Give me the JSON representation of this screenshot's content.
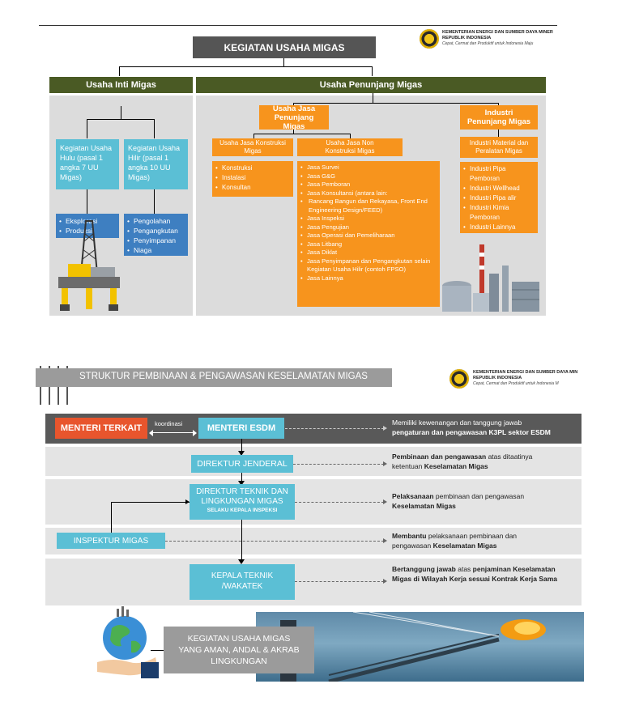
{
  "top": {
    "title": "KEGIATAN USAHA MIGAS",
    "ministry": {
      "name_line1": "KEMENTERIAN ENERGI DAN SUMBER DAYA MINER",
      "name_line2": "REPUBLIK INDONESIA",
      "tagline": "Cepat, Cermat dan Produktif untuk Indonesia Maju"
    },
    "inti": {
      "header": "Usaha Inti Migas",
      "hulu_box": "Kegiatan Usaha Hulu (pasal 1 angka 7 UU Migas)",
      "hilir_box": "Kegiatan Usaha Hilir (pasal 1 angka 10 UU Migas)",
      "hulu_items": [
        "Eksplorasi",
        "Produksi"
      ],
      "hilir_items": [
        "Pengolahan",
        "Pengangkutan",
        "Penyimpanan",
        "Niaga"
      ]
    },
    "penunjang": {
      "header": "Usaha Penunjang Migas",
      "jasa_title": "Usaha Jasa Penunjang Migas",
      "industri_title": "Industri Penunjang Migas",
      "konstruksi_title": "Usaha Jasa Konstruksi Migas",
      "konstruksi_items": [
        "Konstruksi",
        "Instalasi",
        "Konsultan"
      ],
      "non_title": "Usaha Jasa Non Konstruksi Migas",
      "non_items": [
        "Jasa Survei",
        "Jasa G&G",
        "Jasa Pemboran",
        "Jasa Konsultansi (antara lain:",
        "Rancang Bangun dan Rekayasa, Front End Engineering Design/FEED)",
        "Jasa Inspeksi",
        "Jasa Pengujian",
        "Jasa Operasi dan Pemeliharaan",
        "Jasa Litbang",
        "Jasa Diklat",
        "Jasa Penyimpanan dan Pengangkutan selain Kegiatan Usaha Hilir (contoh FPSO)",
        "Jasa Lainnya"
      ],
      "material_title": "Industri Material dan Peralatan Migas",
      "material_items": [
        "Industri Pipa Pemboran",
        "Industri Wellhead",
        "Industri Pipa alir",
        "Industri Kimia Pemboran",
        "Industri Lainnya"
      ]
    }
  },
  "bottom": {
    "title": "STRUKTUR PEMBINAAN & PENGAWASAN KESELAMATAN MIGAS",
    "ministry": {
      "name_line1": "KEMENTERIAN ENERGI DAN SUMBER DAYA MIN",
      "name_line2": "REPUBLIK INDONESIA",
      "tagline": "Cepat, Cermat dan Produktif untuk Indonesia M"
    },
    "menteri_terkait": "MENTERI TERKAIT",
    "koordinasi": "koordinasi",
    "menteri_esdm": "MENTERI ESDM",
    "desc1_a": "Memiliki kewenangan dan tanggung jawab",
    "desc1_b": "pengaturan dan pengawasan K3PL sektor ESDM",
    "dirjen": "DIREKTUR JENDERAL",
    "desc2_b1": "Pembinaan dan pengawasan",
    "desc2_r1": " atas ditaatinya",
    "desc2_r2": "ketentuan ",
    "desc2_b2": "Keselamatan Migas",
    "dirtek_line1": "DIREKTUR TEKNIK DAN",
    "dirtek_line2": "LINGKUNGAN MIGAS",
    "dirtek_sub": "SELAKU KEPALA INSPEKSI",
    "desc3_b1": "Pelaksanaan",
    "desc3_r1": " pembinaan dan pengawasan",
    "desc3_b2": "Keselamatan Migas",
    "inspektur": "INSPEKTUR MIGAS",
    "desc4_b1": "Membantu",
    "desc4_r1": " pelaksanaan pembinaan dan",
    "desc4_r2": "pengawasan ",
    "desc4_b2": "Keselamatan Migas",
    "kepala_line1": "KEPALA TEKNIK",
    "kepala_line2": "/WAKATEK",
    "desc5_b1": "Bertanggung jawab",
    "desc5_r1": " atas ",
    "desc5_b2": "penjaminan Keselamatan",
    "desc5_b3": "Migas di Wilayah Kerja sesuai Kontrak Kerja Sama",
    "final_box": "KEGIATAN USAHA MIGAS YANG AMAN, ANDAL & AKRAB LINGKUNGAN"
  }
}
